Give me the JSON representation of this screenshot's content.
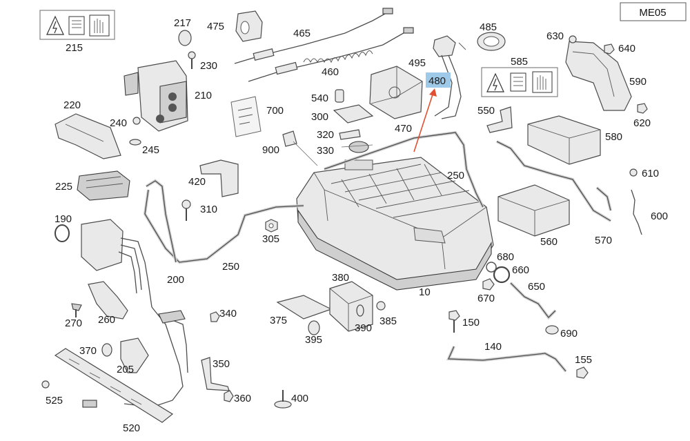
{
  "diagram_code": "ME05",
  "highlighted_part": "480",
  "accent_color": "#9ec9e8",
  "arrow_color": "#e05030",
  "labels": {
    "p215": "215",
    "p217": "217",
    "p475": "475",
    "p465": "465",
    "p485": "485",
    "p630": "630",
    "p640": "640",
    "p230": "230",
    "p210": "210",
    "p495": "495",
    "p585": "585",
    "p480": "480",
    "p590": "590",
    "p460": "460",
    "p540": "540",
    "p700": "700",
    "p220": "220",
    "p300": "300",
    "p550": "550",
    "p620": "620",
    "p240": "240",
    "p470": "470",
    "p320": "320",
    "p580": "580",
    "p245": "245",
    "p330": "330",
    "p900": "900",
    "p250a": "250",
    "p610": "610",
    "p420": "420",
    "p225": "225",
    "p310": "310",
    "p600": "600",
    "p190": "190",
    "p305": "305",
    "p560": "560",
    "p570": "570",
    "p250b": "250",
    "p680": "680",
    "p200": "200",
    "p660": "660",
    "p380": "380",
    "p650": "650",
    "p10": "10",
    "p670": "670",
    "p340": "340",
    "p375": "375",
    "p270": "270",
    "p260": "260",
    "p385": "385",
    "p390": "390",
    "p150": "150",
    "p690": "690",
    "p395": "395",
    "p140": "140",
    "p370": "370",
    "p350": "350",
    "p155": "155",
    "p205": "205",
    "p360": "360",
    "p400": "400",
    "p525": "525",
    "p520": "520"
  }
}
